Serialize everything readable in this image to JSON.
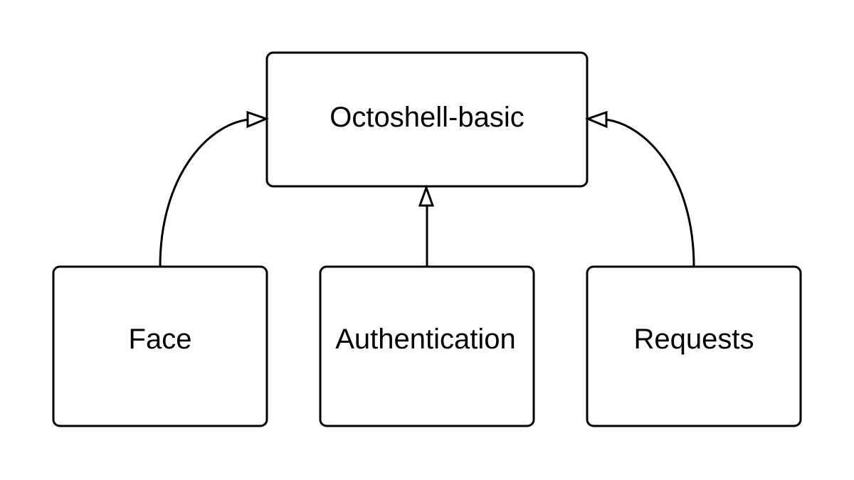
{
  "nodes": {
    "parent": {
      "label": "Octoshell-basic"
    },
    "face": {
      "label": "Face"
    },
    "authentication": {
      "label": "Authentication"
    },
    "requests": {
      "label": "Requests"
    }
  },
  "edges": [
    {
      "from": "Face",
      "to": "Octoshell-basic",
      "arrow": "hollow-triangle"
    },
    {
      "from": "Authentication",
      "to": "Octoshell-basic",
      "arrow": "hollow-triangle"
    },
    {
      "from": "Requests",
      "to": "Octoshell-basic",
      "arrow": "hollow-triangle"
    }
  ],
  "colors": {
    "background": "#ffffff",
    "stroke": "#000000",
    "text": "#000000"
  }
}
